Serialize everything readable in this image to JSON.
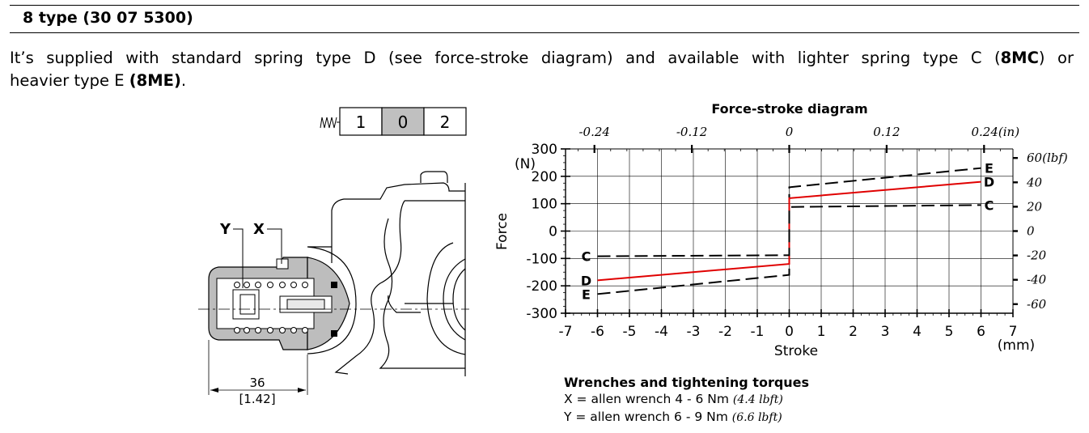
{
  "header": {
    "title": "8 type (30 07 5300)"
  },
  "intro": {
    "line1_pre": "It’s supplied with standard spring type D (see force-stroke diagram) and available with lighter spring type C (",
    "line1_bold": "8MC",
    "line1_post": ") or",
    "line2_pre": "heavier type E ",
    "line2_bold": "(8ME)",
    "line2_post": "."
  },
  "positions": {
    "left": "1",
    "center": "0",
    "right": "2"
  },
  "drawing": {
    "label_y": "Y",
    "label_x": "X",
    "dim_mm": "36",
    "dim_in": "[1.42]"
  },
  "chart_data": {
    "type": "line",
    "title": "Force-stroke diagram",
    "xlabel": "Stroke",
    "x_unit": "(mm)",
    "ylabel": "Force",
    "y_unit": "(N)",
    "xlim": [
      -7,
      7
    ],
    "ylim": [
      -300,
      300
    ],
    "x_ticks": [
      "-7",
      "-6",
      "-5",
      "-4",
      "-3",
      "-2",
      "-1",
      "0",
      "1",
      "2",
      "3",
      "4",
      "5",
      "6",
      "7"
    ],
    "y_ticks": [
      "300",
      "200",
      "100",
      "0",
      "-100",
      "-200",
      "-300"
    ],
    "top_axis": {
      "ticks": [
        -0.24,
        -0.12,
        0,
        0.12,
        0.24
      ],
      "tick_labels": [
        "-0.24",
        "-0.12",
        "0",
        "0.12",
        "0.24(in)"
      ]
    },
    "right_axis": {
      "ticks": [
        60,
        40,
        20,
        0,
        -20,
        -40,
        -60
      ],
      "tick_labels": [
        "60(lbf)",
        "40",
        "20",
        "0",
        "-20",
        "-40",
        "-60"
      ]
    },
    "grid": true,
    "series": [
      {
        "name": "E",
        "style": "dashed",
        "color": "#000000",
        "points": [
          [
            -6,
            -230
          ],
          [
            0,
            -160
          ],
          [
            0,
            160
          ],
          [
            6,
            230
          ]
        ]
      },
      {
        "name": "D",
        "style": "solid",
        "color": "#e00000",
        "points": [
          [
            -6,
            -180
          ],
          [
            0,
            -120
          ],
          [
            0,
            120
          ],
          [
            6,
            180
          ]
        ]
      },
      {
        "name": "C",
        "style": "dashed",
        "color": "#000000",
        "points": [
          [
            -6,
            -92
          ],
          [
            0,
            -88
          ],
          [
            0,
            88
          ],
          [
            6,
            95
          ]
        ]
      }
    ]
  },
  "wrenches": {
    "title": "Wrenches and tightening torques",
    "x_text": "X = allen wrench 4 - 6 Nm ",
    "x_imperial": "(4.4 lbft)",
    "y_text": "Y = allen wrench 6 - 9 Nm ",
    "y_imperial": "(6.6 lbft)"
  }
}
